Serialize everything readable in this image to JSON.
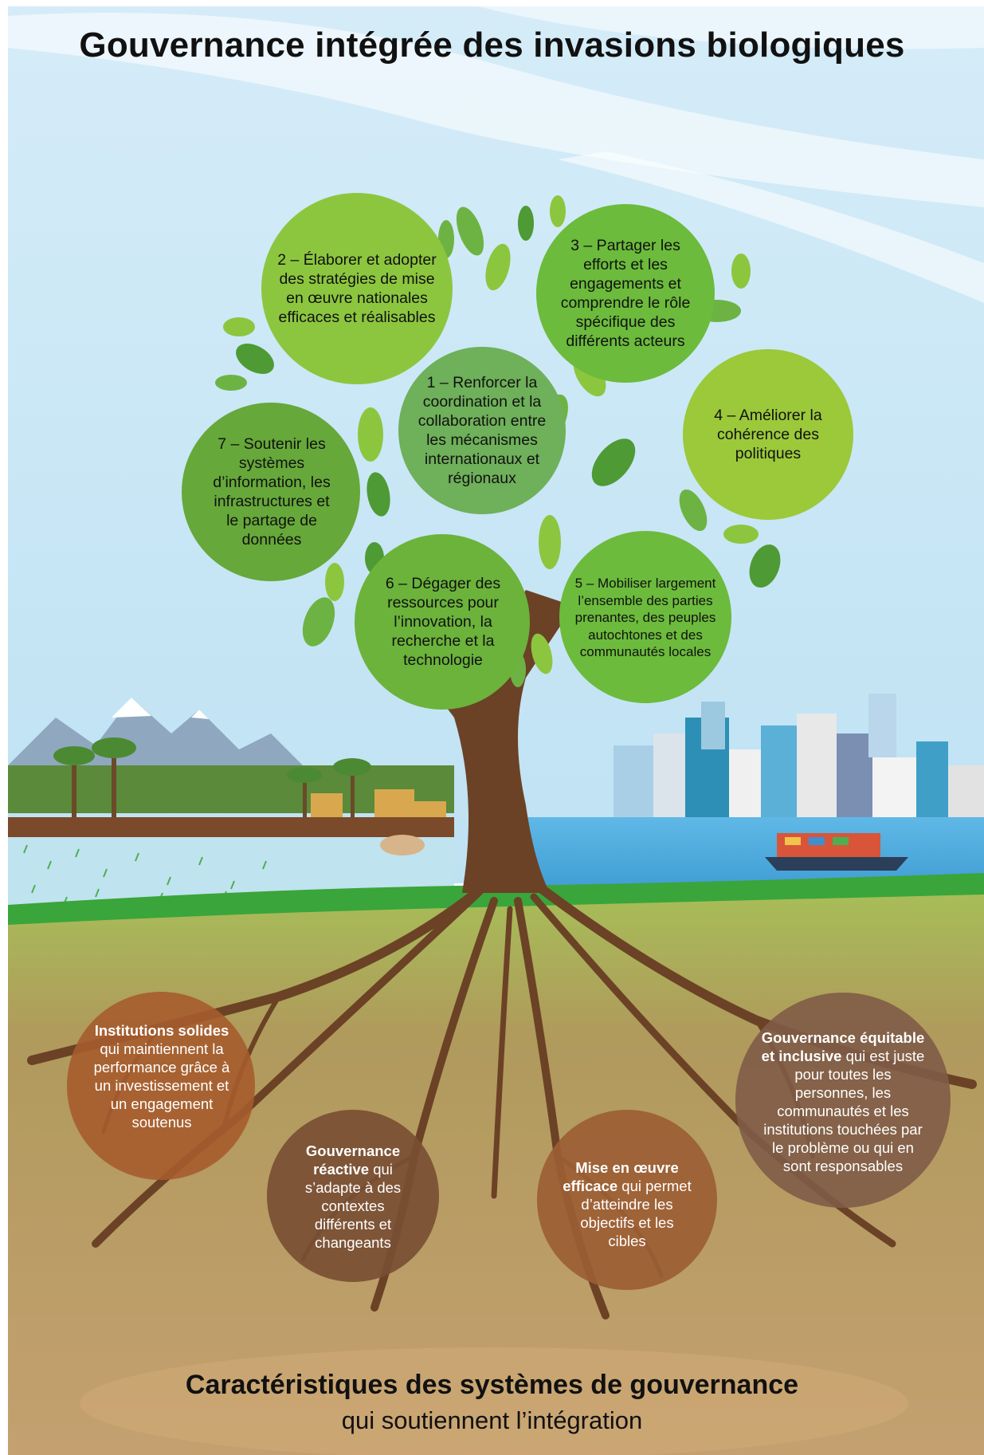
{
  "title": "Gouvernance intégrée des invasions biologiques",
  "colors": {
    "sky": "#cfe9f7",
    "leaf_light": "#8cc63f",
    "leaf_mid": "#6db344",
    "leaf_dark": "#4e9a35",
    "trunk": "#6b4226",
    "grass": "#8dbf45",
    "soil": "#b08a5a",
    "root_circle_1": "#a65c2e",
    "root_circle_2": "#7a5236",
    "root_circle_3": "#9a5e34",
    "root_circle_4": "#7d5a44"
  },
  "goals": [
    {
      "id": "1",
      "text": "1 – Renforcer la coordination et la collaboration entre les mécanismes internationaux et régionaux"
    },
    {
      "id": "2",
      "text": "2 – Élaborer et adopter des stratégies de mise en œuvre nationales efficaces et réalisables"
    },
    {
      "id": "3",
      "text": "3 – Partager les efforts et les engagements et comprendre le rôle spécifique des différents acteurs"
    },
    {
      "id": "4",
      "text": "4 – Améliorer la cohérence des politiques"
    },
    {
      "id": "5",
      "text": "5 – Mobiliser largement l’ensemble des parties prenantes, des peuples autochtones et des communautés locales"
    },
    {
      "id": "6",
      "text": "6 – Dégager des ressources pour l’innovation, la recherche et la technologie"
    },
    {
      "id": "7",
      "text": "7 – Soutenir les systèmes d’information, les infrastructures et le partage de données"
    }
  ],
  "characteristics": [
    {
      "bold": "Institutions solides",
      "rest": " qui maintiennent la performance grâce à un investissement et un engagement soutenus"
    },
    {
      "bold": "Gouvernance réactive",
      "rest": " qui s’adapte à des contextes différents et changeants"
    },
    {
      "bold": "Mise en œuvre efficace",
      "rest": " qui permet d’atteindre les objectifs et les cibles"
    },
    {
      "bold": "Gouvernance équitable et inclusive",
      "rest": " qui est juste pour toutes les personnes, les communautés et les institutions touchées par le problème ou qui en sont responsables"
    }
  ],
  "footer": {
    "title": "Caractéristiques des systèmes de gouvernance",
    "subtitle": "qui soutiennent l’intégration"
  }
}
